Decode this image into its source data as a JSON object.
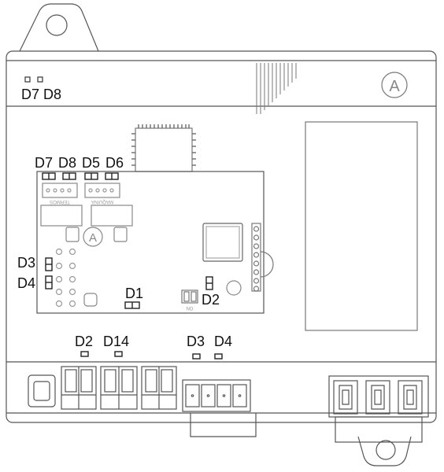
{
  "colors": {
    "line": "#555555",
    "light": "#9a9a9a",
    "ink": "#111111",
    "bg": "#ffffff"
  },
  "icons": {
    "brand_logo": "circled-letter-A"
  },
  "logo": {
    "letter": "A"
  },
  "labels": {
    "top_left_leds": "D7 D8",
    "pcb_d7": "D7",
    "pcb_d8": "D8",
    "pcb_d5": "D5",
    "pcb_d6": "D6",
    "pcb_d3": "D3",
    "pcb_d4": "D4",
    "pcb_d1": "D1",
    "pcb_d2": "D2",
    "bottom_d2": "D2",
    "bottom_d14": "D14",
    "bottom_d3": "D3",
    "bottom_d4": "D4"
  },
  "silkscreen": {
    "termos": "TERMOS",
    "maquina": "MAQUINA",
    "on": "ON"
  }
}
